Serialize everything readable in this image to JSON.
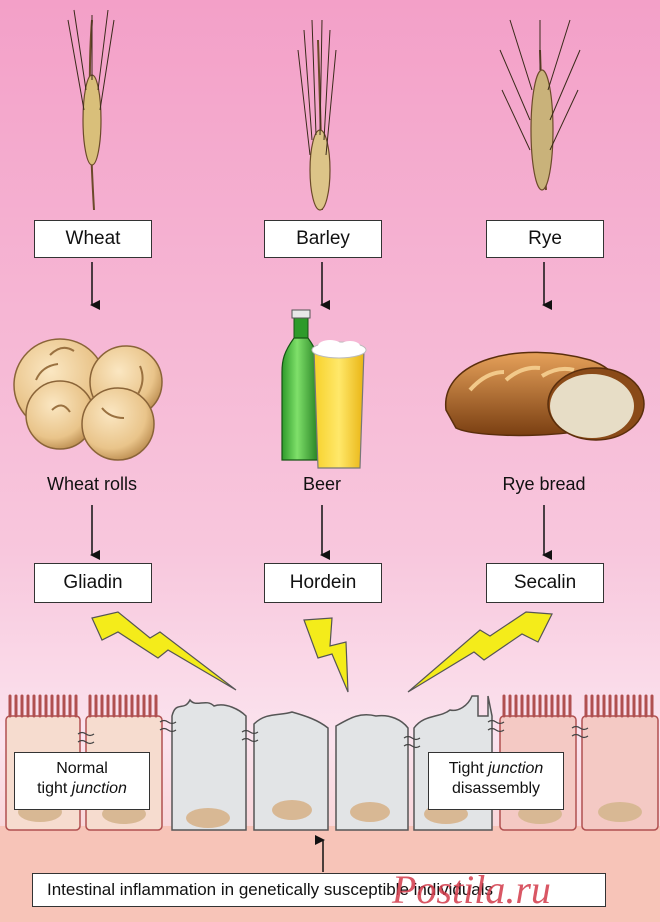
{
  "columns": [
    {
      "grain": "Wheat",
      "food": "Wheat rolls",
      "protein": "Gliadin"
    },
    {
      "grain": "Barley",
      "food": "Beer",
      "protein": "Hordein"
    },
    {
      "grain": "Rye",
      "food": "Rye bread",
      "protein": "Secalin"
    }
  ],
  "left_note": {
    "line1": "Normal",
    "line2_prefix": "tight ",
    "line2_italic": "junction"
  },
  "right_note": {
    "line1_prefix": "Tight ",
    "line1_italic": "junction",
    "line2": "disassembly"
  },
  "bottom_label": "Intestinal inflammation in genetically susceptible individuals",
  "watermark": "Postila.ru",
  "colors": {
    "bg_top": "#f3a0c8",
    "bg_mid": "#f9d3e4",
    "bolt": "#f4ec1a",
    "cell_normal": "#f6dccf",
    "cell_damaged": "#e2e4e6",
    "nucleus": "#d8b894"
  }
}
